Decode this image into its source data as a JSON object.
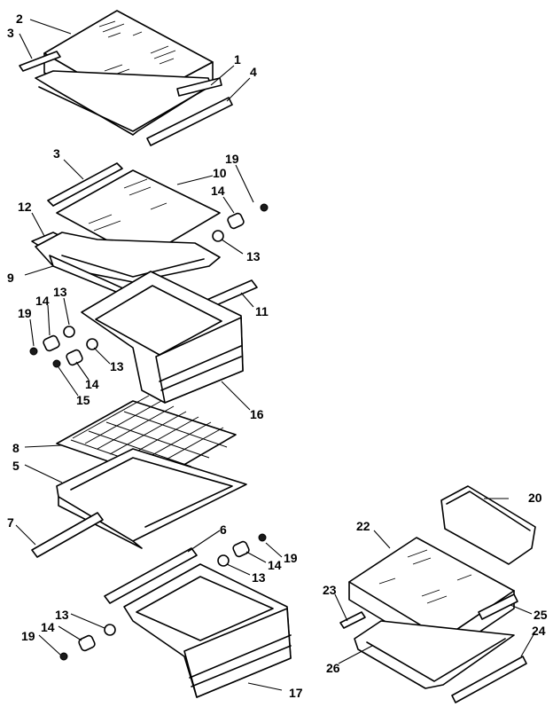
{
  "diagram": {
    "callouts": [
      {
        "id": "c2a",
        "label": "2"
      },
      {
        "id": "c3a",
        "label": "3"
      },
      {
        "id": "c1",
        "label": "1"
      },
      {
        "id": "c4",
        "label": "4"
      },
      {
        "id": "c3b",
        "label": "3"
      },
      {
        "id": "c19a",
        "label": "19"
      },
      {
        "id": "c10",
        "label": "10"
      },
      {
        "id": "c14a",
        "label": "14"
      },
      {
        "id": "c12",
        "label": "12"
      },
      {
        "id": "c13a",
        "label": "13"
      },
      {
        "id": "c9",
        "label": "9"
      },
      {
        "id": "c11",
        "label": "11"
      },
      {
        "id": "c13b",
        "label": "13"
      },
      {
        "id": "c14b",
        "label": "14"
      },
      {
        "id": "c19b",
        "label": "19"
      },
      {
        "id": "c13c",
        "label": "13"
      },
      {
        "id": "c14c",
        "label": "14"
      },
      {
        "id": "c15",
        "label": "15"
      },
      {
        "id": "c16",
        "label": "16"
      },
      {
        "id": "c8",
        "label": "8"
      },
      {
        "id": "c5",
        "label": "5"
      },
      {
        "id": "c7",
        "label": "7"
      },
      {
        "id": "c6",
        "label": "6"
      },
      {
        "id": "c19c",
        "label": "19"
      },
      {
        "id": "c14d",
        "label": "14"
      },
      {
        "id": "c13d",
        "label": "13"
      },
      {
        "id": "c20",
        "label": "20"
      },
      {
        "id": "c22",
        "label": "22"
      },
      {
        "id": "c23",
        "label": "23"
      },
      {
        "id": "c25",
        "label": "25"
      },
      {
        "id": "c24",
        "label": "24"
      },
      {
        "id": "c26",
        "label": "26"
      },
      {
        "id": "c13e",
        "label": "13"
      },
      {
        "id": "c14e",
        "label": "14"
      },
      {
        "id": "c19d",
        "label": "19"
      },
      {
        "id": "c17",
        "label": "17"
      }
    ]
  }
}
